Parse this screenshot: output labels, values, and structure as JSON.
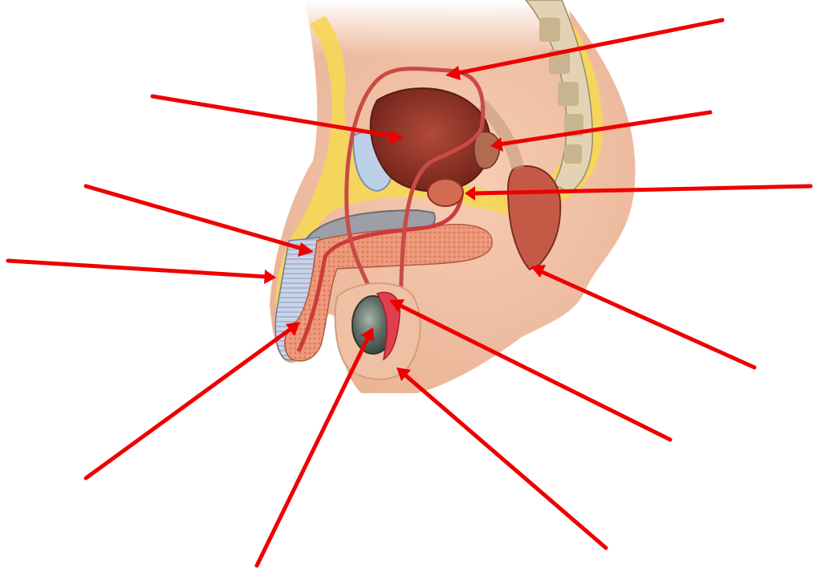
{
  "colors": {
    "arrow": "#ee0000",
    "skin": "#f2c4a8",
    "skin_shadow": "#e2a98c",
    "fat": "#f7d954",
    "muscle": "#b8483c",
    "bladder": "#8e3226",
    "erectile": "#e68e6c",
    "bone": "#d8c4a0",
    "testis": "#4f6058",
    "epididymis": "#e2434f"
  },
  "labels": [
    {
      "id": "vas-deferens",
      "text": ""
    },
    {
      "id": "urinary-bladder",
      "text": ""
    },
    {
      "id": "seminal-vesicle",
      "text": ""
    },
    {
      "id": "prostate-gland",
      "text": ""
    },
    {
      "id": "corpus-cavernosum",
      "text": ""
    },
    {
      "id": "penis",
      "text": ""
    },
    {
      "id": "urethra",
      "text": ""
    },
    {
      "id": "anus",
      "text": ""
    },
    {
      "id": "epididymis",
      "text": ""
    },
    {
      "id": "testis",
      "text": ""
    },
    {
      "id": "scrotum",
      "text": ""
    }
  ]
}
